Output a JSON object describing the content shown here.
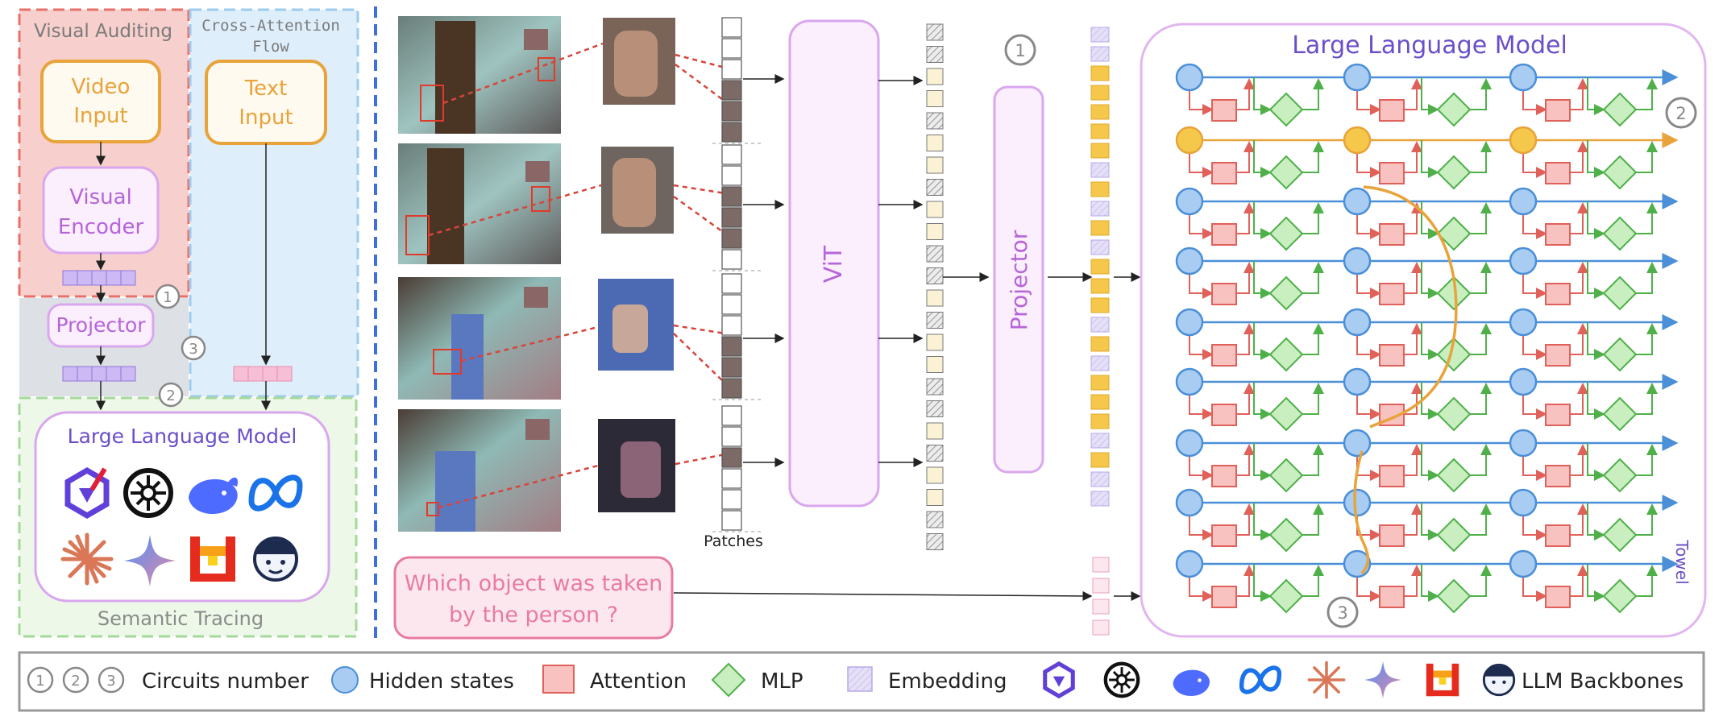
{
  "left_panel": {
    "visual_auditing": "Visual Auditing",
    "cross_attention_line1": "Cross-Attention",
    "cross_attention_line2": "Flow",
    "video_input_line1": "Video",
    "video_input_line2": "Input",
    "text_input_line1": "Text",
    "text_input_line2": "Input",
    "visual_encoder_line1": "Visual",
    "visual_encoder_line2": "Encoder",
    "projector": "Projector",
    "llm_title": "Large Language Model",
    "semantic_tracing": "Semantic Tracing",
    "circuit_1": "1",
    "circuit_2": "2",
    "circuit_3": "3"
  },
  "pipeline": {
    "patches_label": "Patches",
    "vit_label": "ViT",
    "projector_label": "Projector",
    "question_line1": "Which object was taken",
    "question_line2": "by the person ?",
    "circuit_1": "1"
  },
  "llm_panel": {
    "title": "Large Language Model",
    "output_label": "Towel",
    "circuit_2": "2",
    "circuit_3": "3"
  },
  "legend": {
    "n1": "1",
    "n2": "2",
    "n3": "3",
    "circuits_number": "Circuits number",
    "hidden_states": "Hidden states",
    "attention": "Attention",
    "mlp": "MLP",
    "embedding": "Embedding",
    "llm_backbones": "LLM Backbones"
  },
  "colors": {
    "orange": "#e8a33a",
    "purple": "#c585e6",
    "purple_text": "#6a4fc8",
    "blue_node": "#a9cdf2",
    "blue_line": "#4a8fd8",
    "red": "#e0605a",
    "green": "#4fb04a",
    "yellow_token": "#f5c84c"
  },
  "icons": [
    "qwen-icon",
    "openai-icon",
    "deepseek-icon",
    "meta-icon",
    "claude-icon",
    "gemini-icon",
    "mistral-icon",
    "llm-mascot-icon"
  ]
}
